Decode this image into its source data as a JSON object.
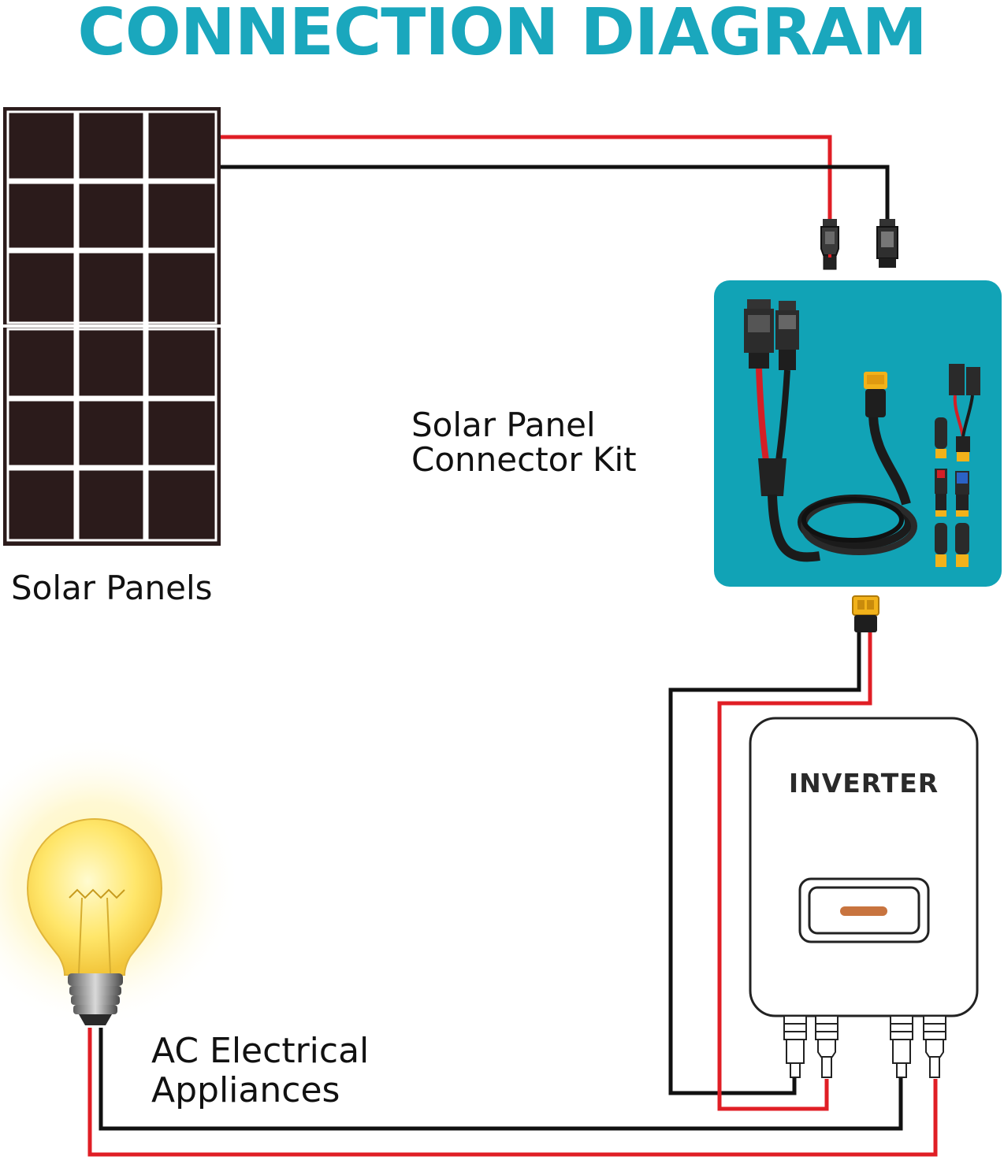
{
  "title": "CONNECTION DIAGRAM",
  "colors": {
    "title": "#1aa7bd",
    "kit_box": "#11a3b6",
    "wire_positive": "#e01e25",
    "wire_negative": "#111111",
    "panel_cell": "#2b1b1b",
    "inverter_led": "#c8743f"
  },
  "labels": {
    "solar_panels": "Solar Panels",
    "kit_line1": "Solar Panel",
    "kit_line2": "Connector Kit",
    "ac_line1": "AC Electrical",
    "ac_line2": "Appliances",
    "inverter": "INVERTER"
  },
  "icons": [
    "solar-panel-icon",
    "connector-kit-icon",
    "xt60-plug-icon",
    "inverter-icon",
    "mc4-connector-icon",
    "light-bulb-icon"
  ]
}
